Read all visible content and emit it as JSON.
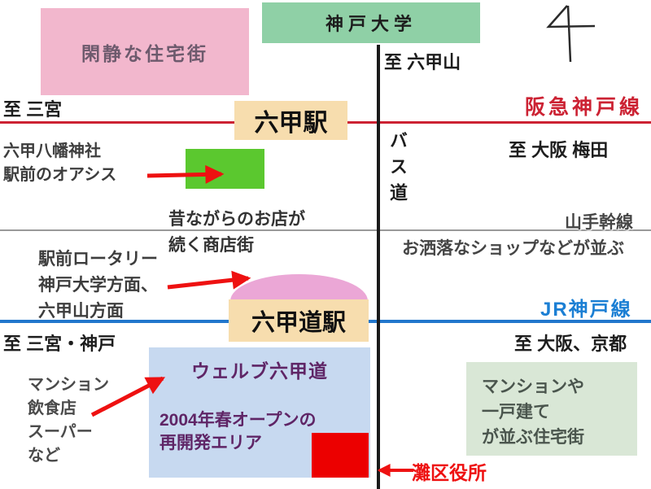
{
  "colors": {
    "hankyu_line": "#cc2233",
    "jr_line": "#2277cc",
    "yamate_line": "#999999",
    "bus_road_line": "#1a1a1a",
    "arrow_red": "#ee1111",
    "kobe_university_box": "#8fd0a6",
    "quiet_residential_box": "#f2b7cd",
    "station_box": "#f7ddae",
    "oasis_box": "#5bc82f",
    "rotary_dome": "#eba7d6",
    "welb_box": "#c7d9f0",
    "residential_se_box": "#d9e7d6",
    "nada_ward_box": "#ec0000",
    "welb_text": "#5f2566"
  },
  "icons": {
    "north_arrow": "compass-north-arrow"
  },
  "top": {
    "kobe_university": "神戸大学",
    "quiet_residential": "閑静な住宅街",
    "to_rokkosan": "至 六甲山"
  },
  "hankyu": {
    "name": "阪急神戸線",
    "station": "六甲駅",
    "to_left": "至 三宮",
    "to_right": "至 大阪 梅田"
  },
  "mid": {
    "hachiman_line1": "六甲八幡神社",
    "hachiman_line2": "駅前のオアシス",
    "bus_road": "バス道",
    "shotengai_line1": "昔ながらのお店が",
    "shotengai_line2": "続く商店街",
    "yamate": "山手幹線",
    "yamate_note": "お洒落なショップなどが並ぶ",
    "rotary_line1": "駅前ロータリー",
    "rotary_line2": "神戸大学方面、",
    "rotary_line3": "六甲山方面"
  },
  "jr": {
    "name": "JR神戸線",
    "station": "六甲道駅",
    "to_left": "至 三宮・神戸",
    "to_right": "至 大阪、京都"
  },
  "bottom": {
    "welb_title": "ウェルブ六甲道",
    "welb_line1": "2004年春オープンの",
    "welb_line2": "再開発エリア",
    "amenities_line1": "マンション",
    "amenities_line2": "飲食店",
    "amenities_line3": "スーパー",
    "amenities_line4": "など",
    "residential_line1": "マンションや",
    "residential_line2": "一戸建て",
    "residential_line3": "が並ぶ住宅街",
    "nada_ward": "灘区役所"
  }
}
